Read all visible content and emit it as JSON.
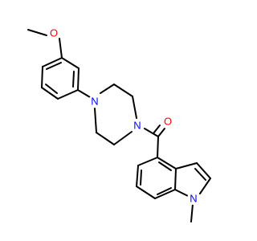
{
  "molecule": {
    "atoms": {
      "methoxy_oxygen": "O",
      "piperazine_n_aryl": "N",
      "piperazine_n_acyl": "N",
      "carbonyl_oxygen": "O",
      "indole_nitrogen": "N"
    },
    "colors": {
      "bond": "#000000",
      "oxygen": "#ff0000",
      "nitrogen": "#0000ff"
    }
  }
}
